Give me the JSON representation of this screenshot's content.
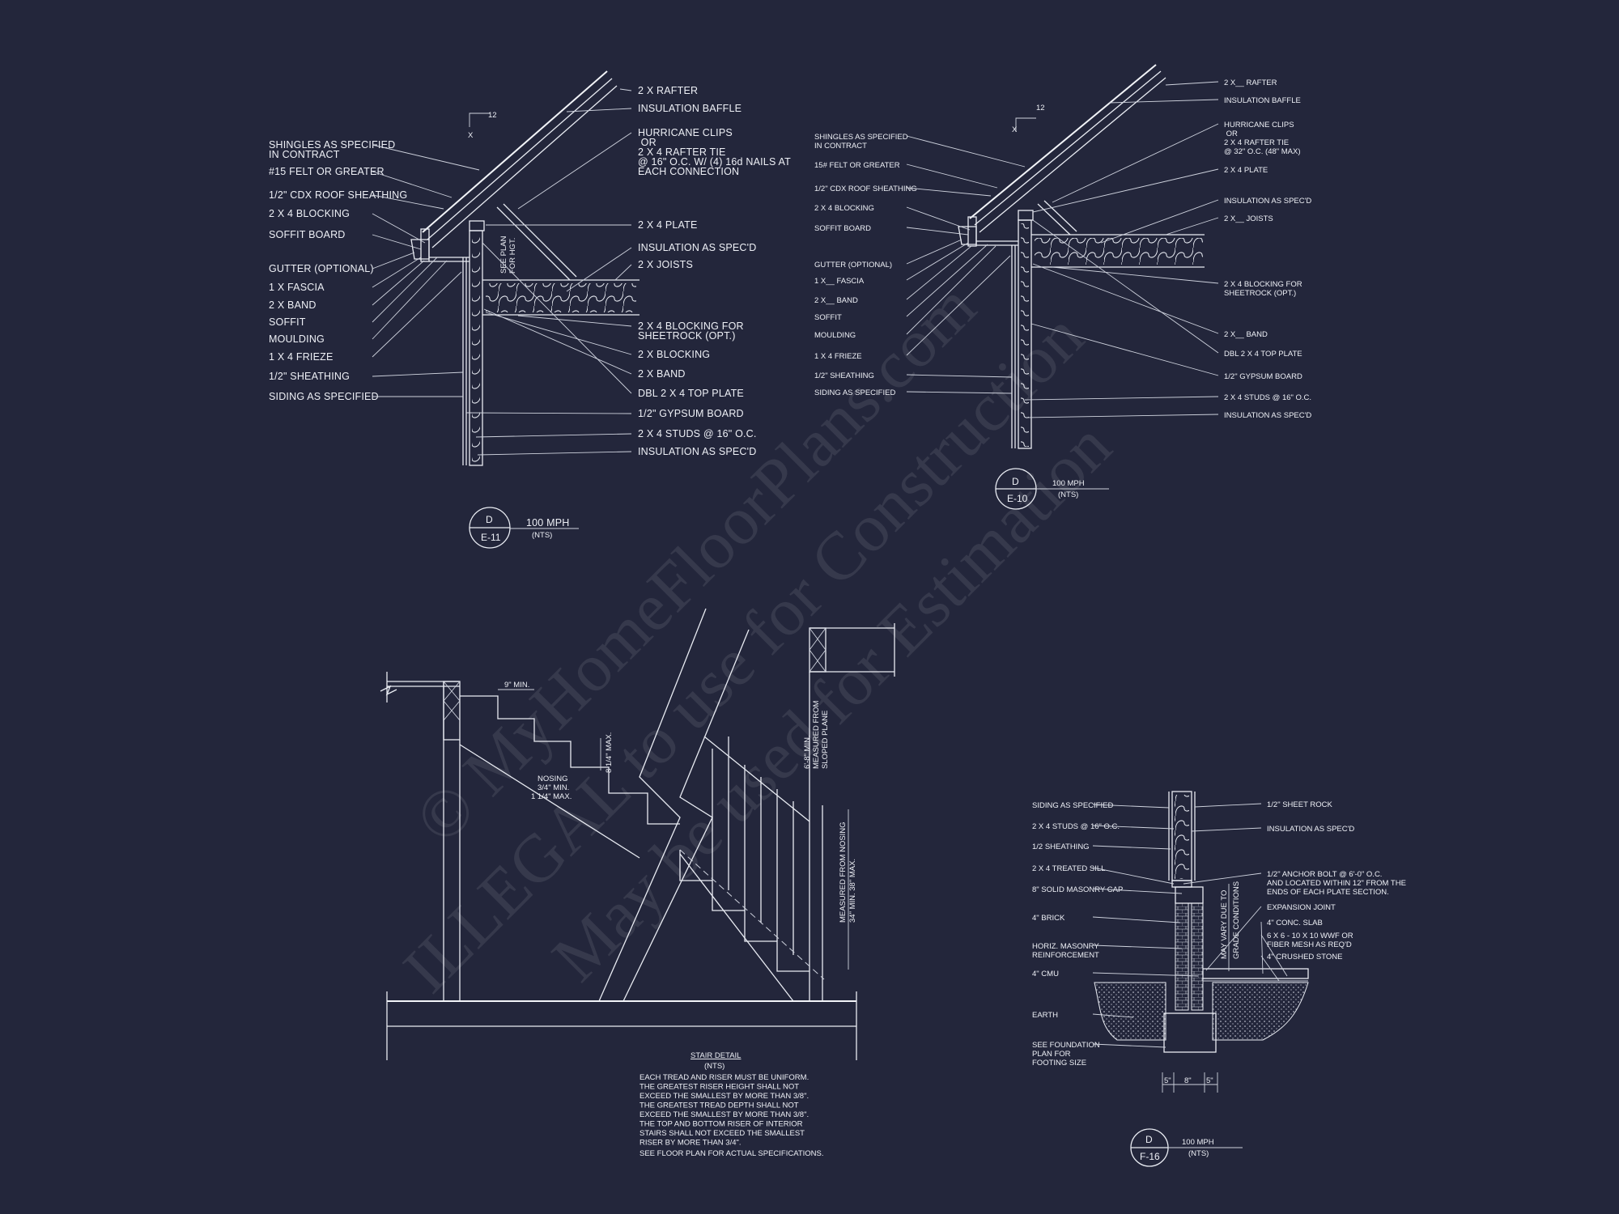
{
  "detail_e11": {
    "pitch": "12",
    "pitch_x": "X",
    "left_labels": [
      "SHINGLES AS SPECIFIED\nIN CONTRACT",
      "#15 FELT OR GREATER",
      "1/2\" CDX ROOF SHEATHING",
      "2 X 4 BLOCKING",
      "SOFFIT  BOARD",
      "GUTTER (OPTIONAL)",
      "1 X  FASCIA",
      "2 X  BAND",
      "SOFFIT",
      "MOULDING",
      "1 X 4 FRIEZE",
      "1/2\" SHEATHING",
      "SIDING AS SPECIFIED"
    ],
    "right_labels": [
      "2 X  RAFTER",
      "INSULATION BAFFLE",
      "HURRICANE CLIPS\n         OR\n2 X 4 RAFTER TIE\n@ 16\" O.C. W/ (4) 16d NAILS AT\nEACH CONNECTION",
      "2 X 4 PLATE",
      "INSULATION AS SPEC'D",
      "2 X  JOISTS",
      "2 X 4 BLOCKING FOR\nSHEETROCK (OPT.)",
      "2 X  BLOCKING",
      "2 X  BAND",
      "DBL 2 X 4 TOP PLATE",
      "1/2\" GYPSUM BOARD",
      "2 X 4 STUDS @ 16\" O.C.",
      "INSULATION AS SPEC'D"
    ],
    "plan_note": "SEE PLAN\nFOR HGT.",
    "tag_top": "D",
    "tag_bottom": "E-11",
    "tag_note": "100 MPH",
    "tag_scale": "(NTS)"
  },
  "detail_e10": {
    "pitch": "12",
    "pitch_x": "X",
    "left_labels": [
      "SHINGLES AS SPECIFIED\nIN CONTRACT",
      "15# FELT OR GREATER",
      "1/2\" CDX ROOF SHEATHING",
      "2 X 4 BLOCKING",
      "SOFFIT BOARD",
      "GUTTER (OPTIONAL)",
      "1 X__ FASCIA",
      "2 X__ BAND",
      "SOFFIT",
      "MOULDING",
      "1 X 4 FRIEZE",
      "1/2\" SHEATHING",
      "SIDING AS SPECIFIED"
    ],
    "right_labels": [
      "2 X__ RAFTER",
      "INSULATION BAFFLE",
      "HURRICANE CLIPS\n            OR\n2 X 4 RAFTER TIE\n@ 32\" O.C. (48\" MAX)",
      "2 X 4 PLATE",
      "INSULATION AS SPEC'D",
      "2 X__ JOISTS",
      "2 X 4 BLOCKING FOR\nSHEETROCK (OPT.)",
      "2 X__ BAND",
      "DBL 2 X 4 TOP PLATE",
      "1/2\" GYPSUM BOARD",
      "2 X 4 STUDS @ 16\" O.C.",
      "INSULATION AS SPEC'D"
    ],
    "tag_top": "D",
    "tag_bottom": "E-10",
    "tag_note": "100 MPH",
    "tag_scale": "(NTS)"
  },
  "stair": {
    "tread_min": "9\" MIN.",
    "riser_max": "8 1/4\" MAX.",
    "nosing": "NOSING\n3/4\" MIN.\n1 1/4\" MAX.",
    "headroom": "6'-8\" MIN.\nMEASURED FROM\nSLOPED PLANE",
    "handrail": "MEASURED FROM NOSING\n34\" MIN. 38\" MAX.",
    "title": "STAIR DETAIL",
    "scale": "(NTS)",
    "notes": [
      "EACH TREAD AND RISER MUST BE UNIFORM.",
      "THE GREATEST RISER HEIGHT SHALL NOT",
      "EXCEED THE SMALLEST BY MORE THAN  3/8\".",
      "THE GREATEST TREAD DEPTH SHALL NOT",
      "EXCEED THE SMALLEST BY MORE THAN  3/8\".",
      "THE TOP AND BOTTOM RISER OF INTERIOR",
      "STAIRS SHALL NOT EXCEED THE SMALLEST",
      "RISER BY MORE THAN 3/4\"."
    ],
    "footnote": "SEE FLOOR PLAN FOR ACTUAL SPECIFICATIONS."
  },
  "detail_f16": {
    "left_labels": [
      "SIDING AS SPECIFIED",
      "2 X 4 STUDS @ 16\" O.C.",
      "1/2 SHEATHING",
      "2 X 4 TREATED SILL",
      "8\" SOLID MASONRY CAP",
      "4\" BRICK",
      "HORIZ. MASONRY\nREINFORCEMENT",
      "4\" CMU",
      "EARTH",
      "SEE FOUNDATION\nPLAN FOR\nFOOTING SIZE"
    ],
    "right_labels": [
      "1/2\" SHEET ROCK",
      "INSULATION AS SPEC'D",
      "1/2\" ANCHOR BOLT @ 6'-0\" O.C.\nAND LOCATED WITHIN 12\" FROM THE\nENDS OF EACH PLATE SECTION.",
      "EXPANSION JOINT",
      "4\" CONC. SLAB",
      "6 X 6 - 10 X 10 WWF OR\nFIBER MESH AS REQ'D",
      "4\" CRUSHED STONE"
    ],
    "vert_labels": [
      "MAY VARY DUE TO",
      "GRADE CONDITIONS"
    ],
    "dims": [
      "5\"",
      "8\"",
      "5\""
    ],
    "tag_top": "D",
    "tag_bottom": "F-16",
    "tag_note": "100 MPH",
    "tag_scale": "(NTS)"
  },
  "watermark": {
    "lines": [
      "© MyHomeFloorPlans.com",
      "ILLEGAL to use for Construction",
      "May be used for Estimation"
    ]
  }
}
